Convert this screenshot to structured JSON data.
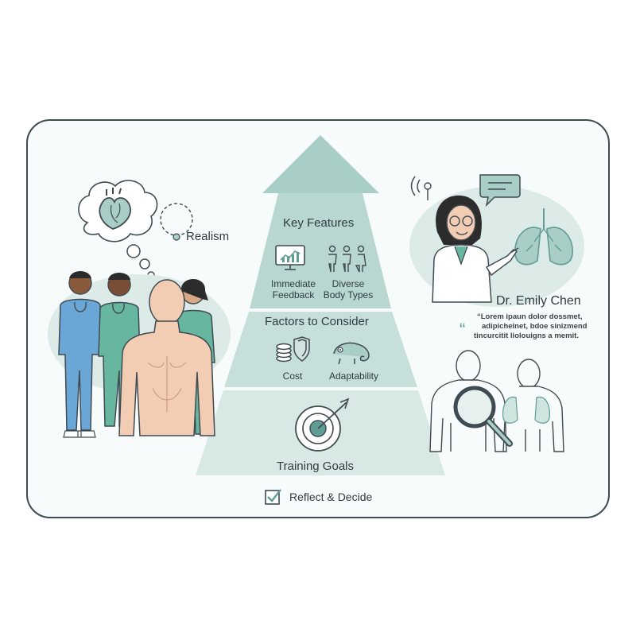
{
  "labels": {
    "realism": "Realism",
    "key_features": "Key Features",
    "immediate_feedback": "Immediate\nFeedback",
    "diverse_body_types": "Diverse\nBody Types",
    "factors": "Factors to Consider",
    "cost": "Cost",
    "adaptability": "Adaptability",
    "training_goals": "Training Goals",
    "reflect_decide": "Reflect & Decide",
    "doctor_name": "Dr. Emily Chen",
    "quote_line1": "“Lorem ipaun dolor dossmet,",
    "quote_line2": "adipicheinet, bdoe sinizmend",
    "quote_line3": "tincurcitit liolouigns a memit."
  },
  "colors": {
    "teal_light": "#cfe3df",
    "teal_mid": "#a9cdc7",
    "teal_dark": "#5f9c93",
    "skin": "#f3cdb3",
    "scrubs_blue": "#6aa7d6",
    "scrubs_green": "#67b6a0",
    "outline": "#3f4a52"
  },
  "icons": [
    "heart-icon",
    "monitor-chart-icon",
    "body-types-icon",
    "coins-shield-icon",
    "chameleon-icon",
    "target-arrow-icon",
    "checkbox-icon",
    "magnifier-icon",
    "lungs-icon",
    "speech-bubble-icon",
    "signal-icon"
  ]
}
